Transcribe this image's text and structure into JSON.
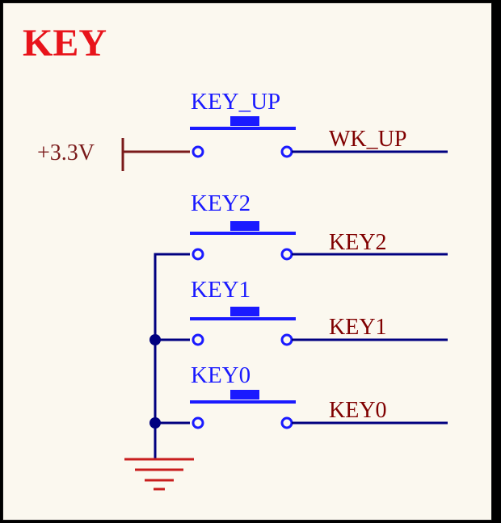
{
  "title": "KEY",
  "supply_label": "+3.3V",
  "switches": [
    {
      "ref": "KEY_UP",
      "net": "WK_UP"
    },
    {
      "ref": "KEY2",
      "net": "KEY2"
    },
    {
      "ref": "KEY1",
      "net": "KEY1"
    },
    {
      "ref": "KEY0",
      "net": "KEY0"
    }
  ],
  "colors": {
    "background": "#fbf8ef",
    "title": "#e8141b",
    "component": "#1a1aff",
    "wire": "#000080",
    "label": "#7a0c0c",
    "net_label": "#800000",
    "power": "#7a1a1a",
    "ground": "#c81e1e",
    "junction": "#000080"
  },
  "icons": {
    "power_symbol": "power-bar-icon",
    "ground_symbol": "ground-icon",
    "switch_symbol": "pushbutton-icon"
  }
}
